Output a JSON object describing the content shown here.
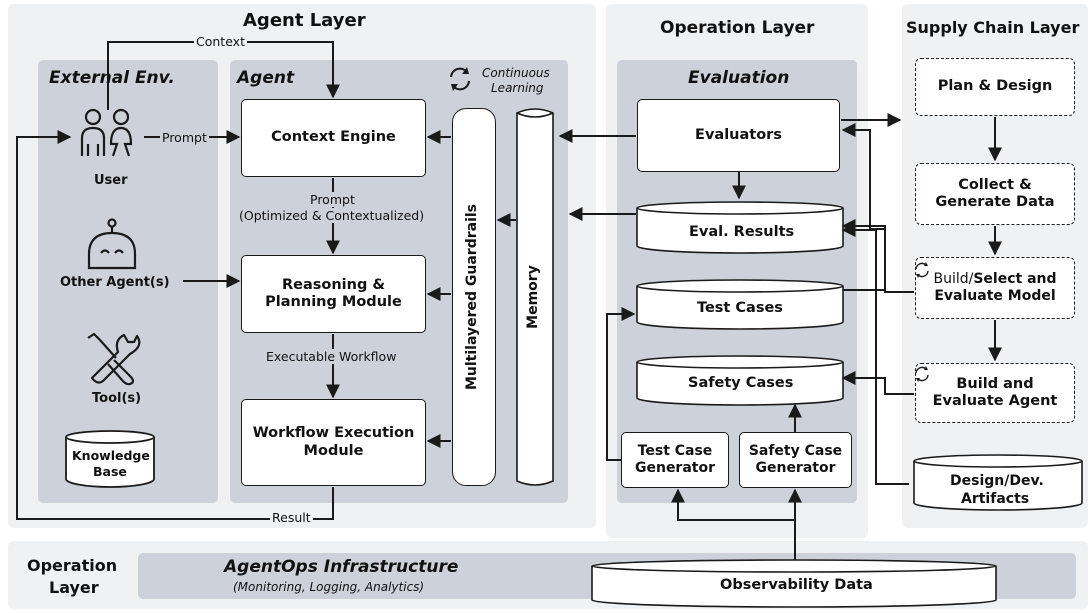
{
  "layers": {
    "agent_layer": "Agent Layer",
    "operation_layer_top": "Operation Layer",
    "supply_chain_layer": "Supply Chain Layer",
    "operation_layer_bottom_line1": "Operation",
    "operation_layer_bottom_line2": "Layer"
  },
  "external_env": {
    "title": "External Env.",
    "user": "User",
    "other_agents": "Other Agent(s)",
    "tools": "Tool(s)",
    "knowledge_base_line1": "Knowledge",
    "knowledge_base_line2": "Base"
  },
  "agent": {
    "title": "Agent",
    "continuous_learning_line1": "Continuous",
    "continuous_learning_line2": "Learning",
    "context_engine": "Context Engine",
    "reasoning_line1": "Reasoning &",
    "reasoning_line2": "Planning Module",
    "workflow_line1": "Workflow Execution",
    "workflow_line2": "Module",
    "guardrails": "Multilayered Guardrails",
    "memory": "Memory"
  },
  "edges": {
    "context": "Context",
    "prompt": "Prompt",
    "prompt_opt_line1": "Prompt",
    "prompt_opt_line2": "(Optimized & Contextualized)",
    "executable_workflow": "Executable Workflow",
    "result": "Result"
  },
  "evaluation": {
    "title": "Evaluation",
    "evaluators": "Evaluators",
    "eval_results": "Eval. Results",
    "test_cases": "Test Cases",
    "safety_cases": "Safety Cases",
    "test_case_gen_line1": "Test Case",
    "test_case_gen_line2": "Generator",
    "safety_case_gen_line1": "Safety Case",
    "safety_case_gen_line2": "Generator"
  },
  "supply_chain": {
    "plan_design": "Plan & Design",
    "collect_line1": "Collect &",
    "collect_line2": "Generate Data",
    "build_select_prefix": "Build/",
    "build_select_rest": "Select and",
    "build_select_line2": "Evaluate Model",
    "build_agent_line1": "Build and",
    "build_agent_line2": "Evaluate Agent",
    "design_artifacts_line1": "Design/Dev.",
    "design_artifacts_line2": "Artifacts"
  },
  "infrastructure": {
    "title": "AgentOps Infrastructure",
    "subtitle": "(Monitoring, Logging, Analytics)",
    "observability": "Observability Data"
  },
  "colors": {
    "panel": "#f0f1f3",
    "inner_panel": "#cdd2da",
    "stroke": "#1a1a1a"
  },
  "icons": [
    "user-icon",
    "robot-icon",
    "tools-icon",
    "database-icon",
    "refresh-icon"
  ]
}
